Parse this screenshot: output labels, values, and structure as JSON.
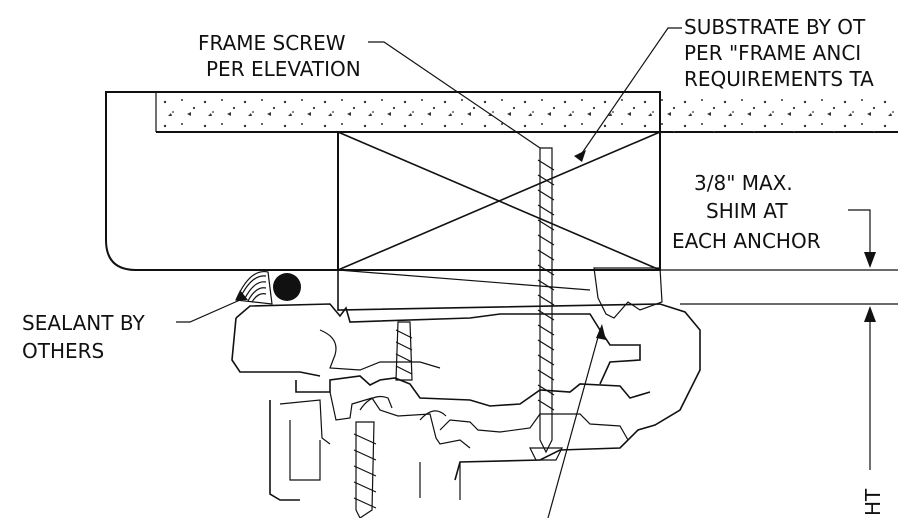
{
  "labels": {
    "frame_screw_1": "FRAME SCREW",
    "frame_screw_2": "PER ELEVATION",
    "substrate_1": "SUBSTRATE BY OT",
    "substrate_2": "PER \"FRAME ANCI",
    "substrate_3": "REQUIREMENTS TA",
    "shim_1": "3/8\" MAX.",
    "shim_2": "SHIM AT",
    "shim_3": "EACH ANCHOR",
    "sealant_1": "SEALANT BY",
    "sealant_2": "OTHERS",
    "ht": "HT"
  }
}
